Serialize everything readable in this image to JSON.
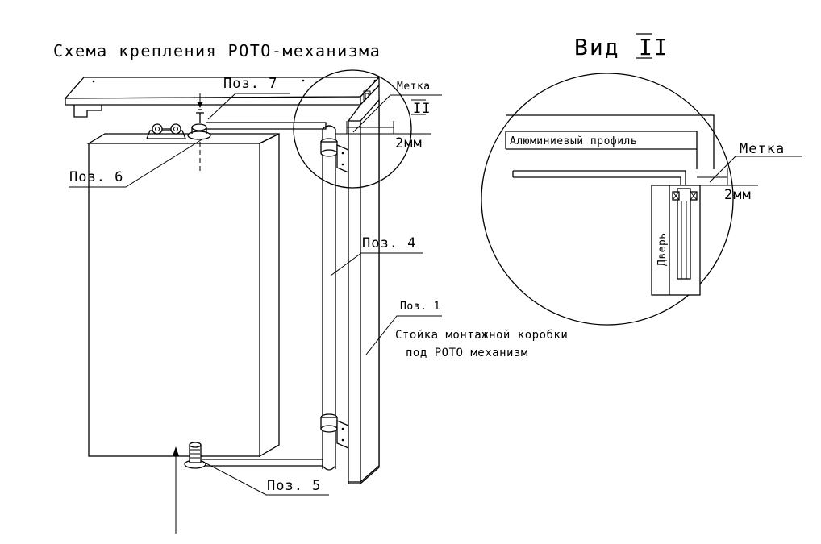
{
  "title": "Схема крепления РОТО-механизма",
  "view_title": "Вид",
  "view_numeral": "II",
  "labels": {
    "poz7": "Поз. 7",
    "poz6": "Поз. 6",
    "poz4": "Поз. 4",
    "poz1": "Поз. 1",
    "poz5": "Поз. 5",
    "metka_main": "Метка",
    "metka_numeral": "II",
    "gap_main": "2мм",
    "stand_line1": "Стойка монтажной коробки",
    "stand_line2": "под РОТО механизм"
  },
  "detail": {
    "profile": "Алюминиевый профиль",
    "metka": "Метка",
    "gap": "2мм",
    "door": "Дверь"
  }
}
